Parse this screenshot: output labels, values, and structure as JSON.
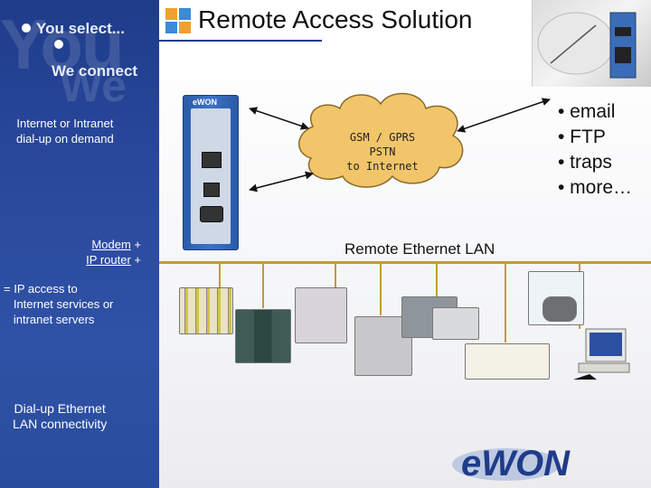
{
  "header": {
    "title": "Remote Access Solution"
  },
  "sidebar": {
    "slogan_top": "You select...",
    "slogan_bottom": "We connect",
    "note_internet": "Internet or Intranet\ndial-up on demand",
    "modem_label": "Modem",
    "router_label": "IP router",
    "plus": "+",
    "ip_access": "= IP access to\n   Internet services or\n   intranet servers",
    "dialup": "Dial-up Ethernet\nLAN connectivity"
  },
  "cloud": {
    "line1": "GSM / GPRS",
    "line2": "PSTN",
    "line3": "to Internet"
  },
  "services": [
    "• email",
    "• FTP",
    "• traps",
    "• more…"
  ],
  "lan_label": "Remote Ethernet LAN",
  "device": {
    "brand": "eWON"
  },
  "brand_logo": {
    "text": "eWON"
  },
  "colors": {
    "sidebar": "#2a4c9e",
    "bus": "#c49a3a",
    "brand_blue": "#1f3c8a"
  }
}
